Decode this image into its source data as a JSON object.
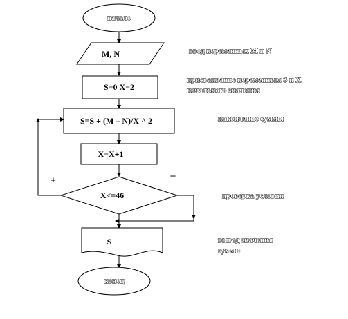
{
  "flowchart": {
    "start_label": "начало",
    "input_label": "M, N",
    "init_label": "S=0  X=2",
    "accumulate_label": "S=S + (M – N)/X ^ 2",
    "increment_label": "X=X+1",
    "condition_label": "X<=46",
    "output_label": "S",
    "end_label": "конец",
    "branch_yes_label": "+",
    "branch_no_label": "_"
  },
  "notes": {
    "input_note": "ввод переменных  M и N",
    "init_note_line1": "присваивание переменным S и X",
    "init_note_line2": "начального значения",
    "accumulate_note": "накопление суммы",
    "condition_note": "проверка условия",
    "output_note_line1": "вывод значения",
    "output_note_line2": "суммы"
  }
}
